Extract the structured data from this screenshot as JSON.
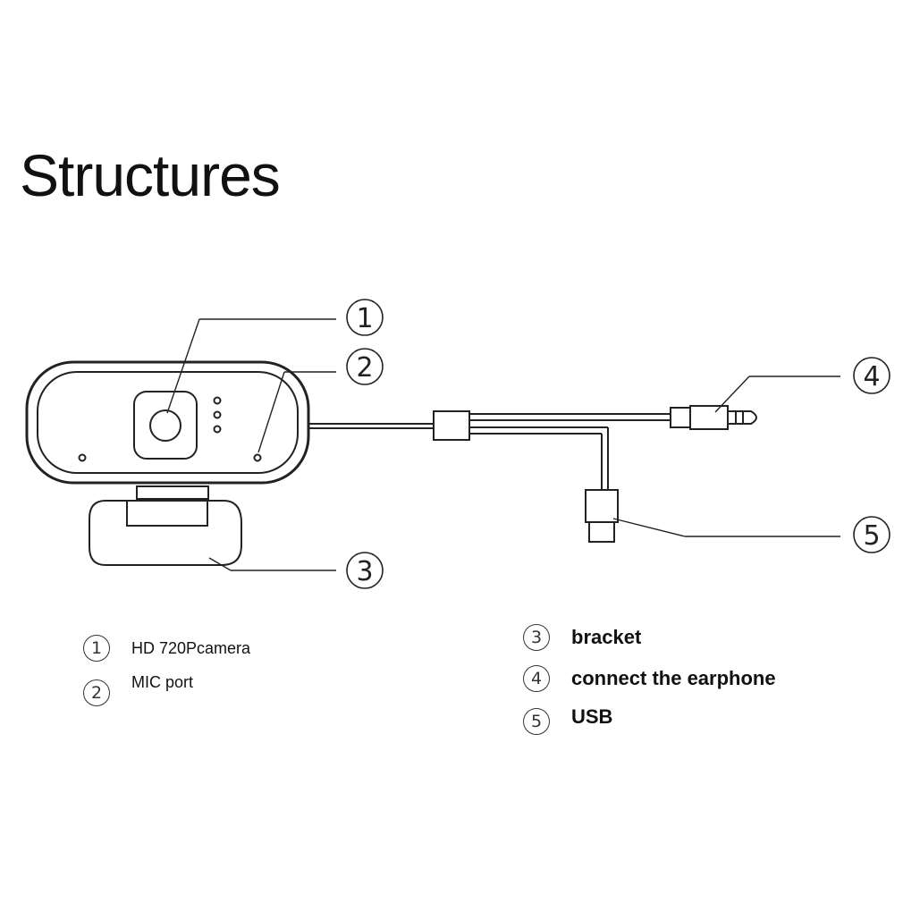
{
  "title": "Structures",
  "callouts": [
    "1",
    "2",
    "3",
    "4",
    "5"
  ],
  "legend": [
    {
      "num": "1",
      "label": "HD 720Pcamera"
    },
    {
      "num": "2",
      "label": "MIC port"
    },
    {
      "num": "3",
      "label": "bracket"
    },
    {
      "num": "4",
      "label": "connect the earphone"
    },
    {
      "num": "5",
      "label": "USB"
    }
  ]
}
